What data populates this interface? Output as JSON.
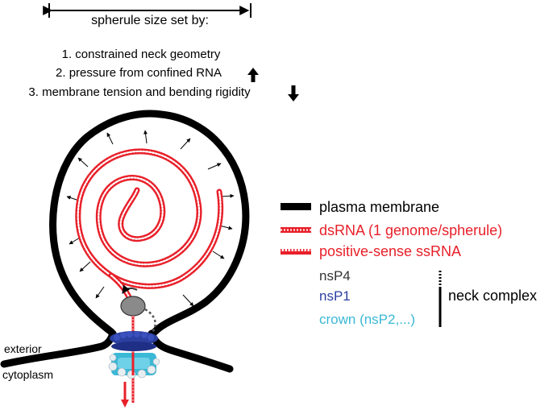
{
  "header": {
    "title": "spherule size set by:",
    "factors": [
      "1. constrained neck geometry",
      "2. pressure from confined RNA",
      "3. membrane tension and bending rigidity"
    ],
    "factor_effects": [
      "",
      "up-arrow",
      "down-arrow"
    ]
  },
  "regions": {
    "exterior": "exterior",
    "cytoplasm": "cytoplasm"
  },
  "legend": {
    "items": [
      {
        "label": "plasma membrane",
        "color": "#000000",
        "symbol": "thick-black-line"
      },
      {
        "label": "dsRNA (1 genome/spherule)",
        "color": "#e8202a",
        "symbol": "double-stranded-red-line"
      },
      {
        "label": "positive-sense ssRNA",
        "color": "#e8202a",
        "symbol": "single-stranded-red-line"
      }
    ],
    "neck_items": [
      {
        "label": "nsP4",
        "color": "#333333"
      },
      {
        "label": "nsP1",
        "color": "#2b3fa0"
      },
      {
        "label": "crown (nsP2,...)",
        "color": "#3bb8d6"
      }
    ],
    "neck_group_label": "neck complex"
  },
  "colors": {
    "membrane": "#000000",
    "rna": "#e8202a",
    "nsP4": "#808080",
    "nsP1": "#2b3fa0",
    "crown": "#3bb8d6"
  }
}
